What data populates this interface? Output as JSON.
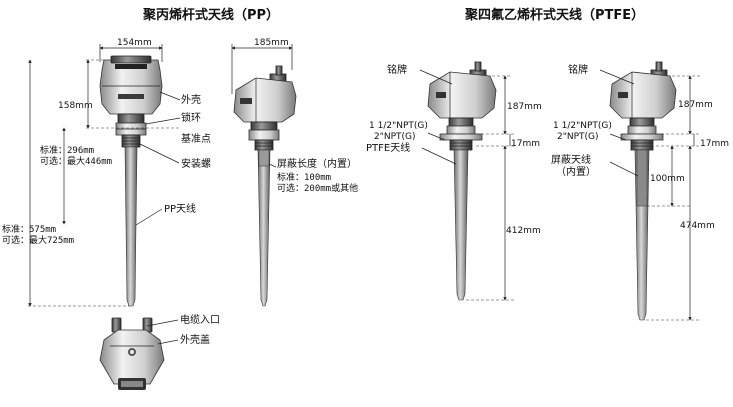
{
  "titles": {
    "pp": "聚丙烯杆式天线（PP）",
    "ptfe": "聚四氟乙烯杆式天线（PTFE）"
  },
  "pp": {
    "width_left": "154mm",
    "width_right": "185mm",
    "height_head": "158mm",
    "shell": "外壳",
    "lock_ring": "锁环",
    "reference_point": "基准点",
    "install_screw": "安装螺",
    "antenna": "PP天线",
    "standard_short": "标准：296mm",
    "optional_short": "可选：最大446mm",
    "standard_long": "标准：575mm",
    "optional_long": "可选：最大725mm",
    "shield_title": "屏蔽长度（内置）",
    "shield_standard": "标准：100mm",
    "shield_optional": "可选：200mm或其他",
    "cable_entry": "电缆入口",
    "shell_cover": "外壳盖"
  },
  "ptfe": {
    "nameplate": "铭牌",
    "thread_1": "1 1/2\"NPT(G)",
    "thread_2": "2\"NPT(G)",
    "antenna": "PTFE天线",
    "height_head": "187mm",
    "flange": "17mm",
    "length_left": "412mm",
    "shield": "100mm",
    "length_right": "474mm",
    "shield_label_1": "屏蔽天线",
    "shield_label_2": "（内置）"
  }
}
